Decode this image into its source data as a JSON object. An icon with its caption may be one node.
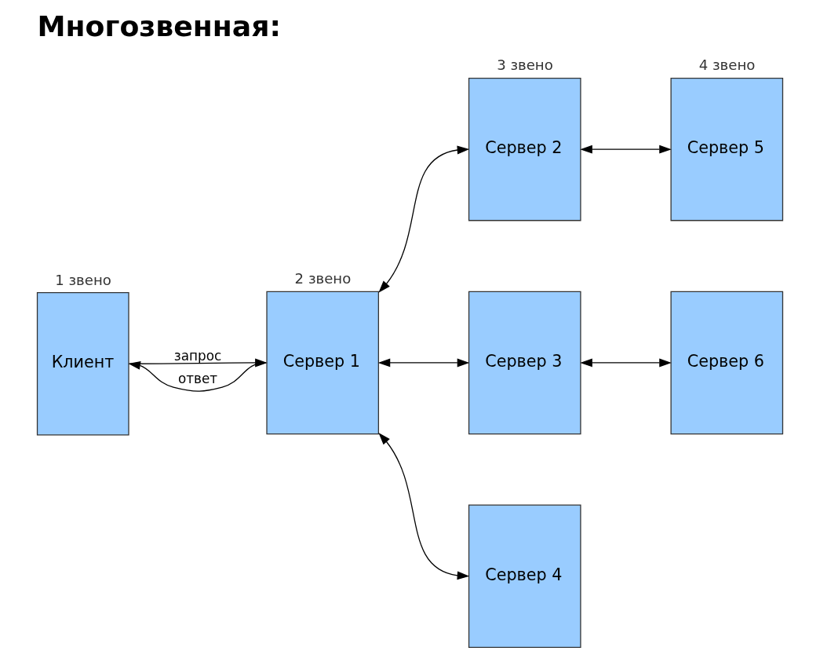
{
  "diagram": {
    "title": "Многозвенная:",
    "nodes": [
      {
        "text": [
          "Клиент"
        ],
        "beside": [
          "1 звено"
        ]
      },
      {
        "text": [
          "Сервер 1"
        ],
        "beside": [
          "2 звено"
        ]
      },
      {
        "text": [
          "Сервер 2"
        ],
        "beside": [
          "3 звено"
        ]
      },
      {
        "text": [
          "Сервер 3"
        ]
      },
      {
        "text": [
          "Сервер 4"
        ]
      },
      {
        "text": [
          "Сервер 5"
        ],
        "beside": [
          "4 звено"
        ]
      },
      {
        "text": [
          "Сервер 6"
        ]
      }
    ],
    "edges": [
      {
        "from": 0,
        "to": 1,
        "arrow": "to",
        "label": "запрос"
      },
      {
        "from": 1,
        "to": 0,
        "arrow": "to",
        "label": "ответ"
      },
      {
        "from": 1,
        "to": 2,
        "arrow": "both"
      },
      {
        "from": 1,
        "to": 3,
        "arrow": "both"
      },
      {
        "from": 1,
        "to": 4,
        "arrow": "both"
      },
      {
        "from": 2,
        "to": 5,
        "arrow": "both"
      },
      {
        "from": 3,
        "to": 6,
        "arrow": "both"
      }
    ]
  }
}
